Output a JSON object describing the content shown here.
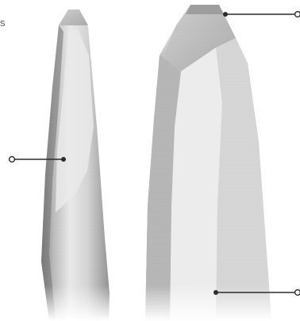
{
  "corner_text": "s",
  "colors": {
    "background": "#ffffff",
    "leader_line": "#2b2b2b",
    "metal_light": "#e6e6e6",
    "metal_mid": "#c4c4c4",
    "metal_dark": "#8a8a8a"
  },
  "objects": [
    {
      "name": "left-tool-tip",
      "view": "side"
    },
    {
      "name": "right-tool-tip",
      "view": "close-up"
    }
  ],
  "callouts": [
    {
      "name": "callout-left-flat"
    },
    {
      "name": "callout-right-tip"
    },
    {
      "name": "callout-right-flat"
    }
  ]
}
